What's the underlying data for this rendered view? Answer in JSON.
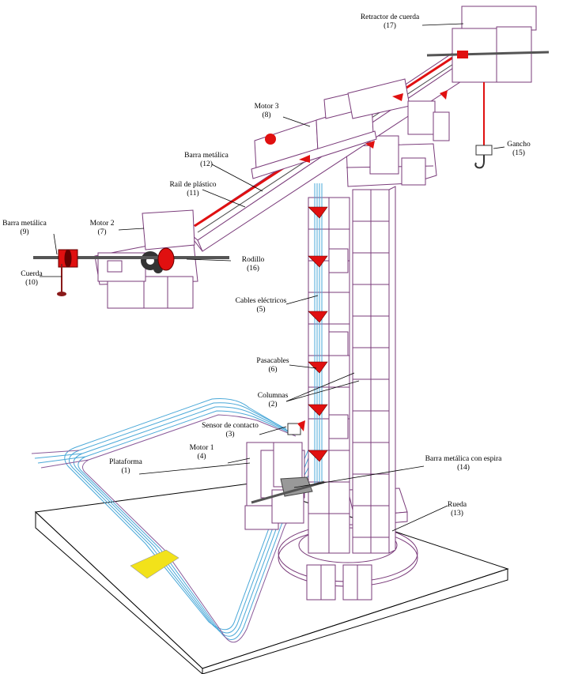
{
  "labels": [
    {
      "id": "retractor",
      "text": "Retractor de cuerda",
      "num": "(17)"
    },
    {
      "id": "motor3",
      "text": "Motor 3",
      "num": "(8)"
    },
    {
      "id": "gancho",
      "text": "Gancho",
      "num": "(15)"
    },
    {
      "id": "barra12",
      "text": "Barra metálica",
      "num": "(12)"
    },
    {
      "id": "rail",
      "text": "Raíl de plástico",
      "num": "(11)"
    },
    {
      "id": "motor2",
      "text": "Motor 2",
      "num": "(7)"
    },
    {
      "id": "barra9",
      "text": "Barra metálica",
      "num": "(9)"
    },
    {
      "id": "cuerda",
      "text": "Cuerda",
      "num": "(10)"
    },
    {
      "id": "rodillo",
      "text": "Rodillo",
      "num": "(16)"
    },
    {
      "id": "cables",
      "text": "Cables eléctricos",
      "num": "(5)"
    },
    {
      "id": "pasacables",
      "text": "Pasacables",
      "num": "(6)"
    },
    {
      "id": "columnas",
      "text": "Columnas",
      "num": "(2)"
    },
    {
      "id": "sensor",
      "text": "Sensor de contacto",
      "num": "(3)"
    },
    {
      "id": "motor1",
      "text": "Motor 1",
      "num": "(4)"
    },
    {
      "id": "plataforma",
      "text": "Plataforma",
      "num": "(1)"
    },
    {
      "id": "espira",
      "text": "Barra metálica con espira",
      "num": "(14)"
    },
    {
      "id": "rueda",
      "text": "Rueda",
      "num": "(13)"
    }
  ],
  "colors": {
    "outline": "#7a3b7a",
    "red": "#e01010",
    "cable": "#4aa8d8",
    "tape": "#f2e21a",
    "dark": "#222222"
  }
}
